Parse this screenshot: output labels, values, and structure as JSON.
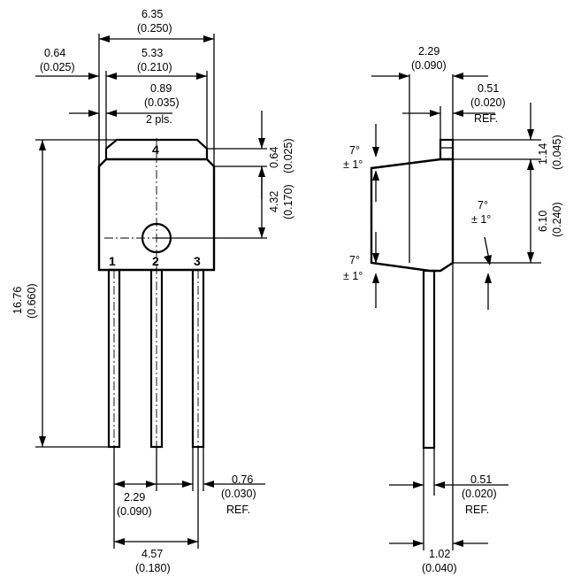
{
  "front_view": {
    "dims": {
      "overall_width": {
        "mm": "6.35",
        "in": "(0.250)"
      },
      "body_width": {
        "mm": "5.33",
        "in": "(0.210)"
      },
      "lead_offset": {
        "mm": "0.64",
        "in": "(0.025)"
      },
      "chamfer": {
        "mm": "0.89",
        "in": "(0.035)",
        "note": "2 pls."
      },
      "tab_top": {
        "mm": "0.64",
        "in": "(0.025)"
      },
      "hole_height": {
        "mm": "4.32",
        "in": "(0.170)"
      },
      "overall_height": {
        "mm": "16.76",
        "in": "(0.660)"
      },
      "pitch": {
        "mm": "2.29",
        "in": "(0.090)"
      },
      "lead_width": {
        "mm": "0.76",
        "in": "(0.030)",
        "note": "REF."
      },
      "lead_span": {
        "mm": "4.57",
        "in": "(0.180)"
      }
    },
    "pins": [
      "1",
      "2",
      "3",
      "4"
    ]
  },
  "side_view": {
    "dims": {
      "thickness": {
        "mm": "2.29",
        "in": "(0.090)"
      },
      "tab_thickness": {
        "mm": "0.51",
        "in": "(0.020)",
        "note": "REF."
      },
      "tab_height": {
        "mm": "1.14",
        "in": "(0.045)"
      },
      "body_height": {
        "mm": "6.10",
        "in": "(0.240)"
      },
      "draft_top": {
        "angle": "7°",
        "tol": "± 1°"
      },
      "draft_right": {
        "angle": "7°",
        "tol": "± 1°"
      },
      "draft_bottom": {
        "angle": "7°",
        "tol": "± 1°"
      },
      "lead_thickness": {
        "mm": "0.51",
        "in": "(0.020)",
        "note": "REF."
      },
      "lead_offset": {
        "mm": "1.02",
        "in": "(0.040)"
      }
    }
  }
}
